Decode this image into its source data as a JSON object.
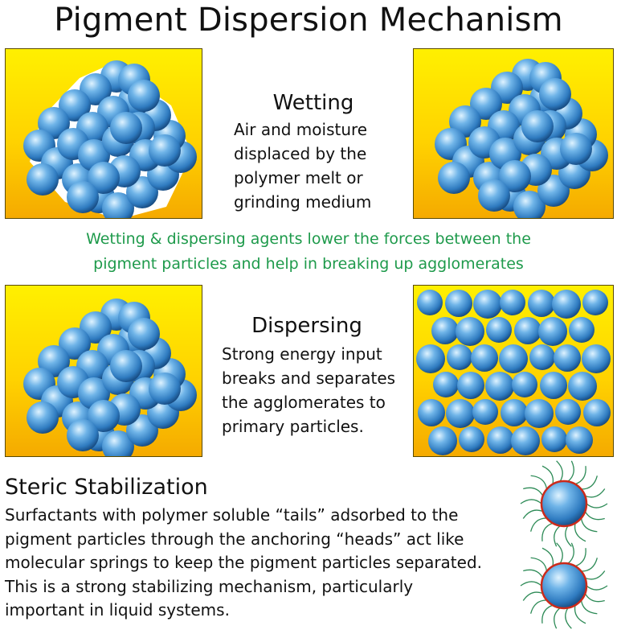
{
  "title": "Pigment Dispersion Mechanism",
  "wetting": {
    "heading": "Wetting",
    "lines": [
      "Air and moisture",
      "displaced by the",
      "polymer melt or",
      "grinding medium"
    ]
  },
  "agents_note": {
    "lines": [
      "Wetting & dispersing agents lower the forces between the",
      "pigment particles and help in breaking up agglomerates"
    ]
  },
  "dispersing": {
    "heading": "Dispersing",
    "lines": [
      "Strong energy input",
      "breaks and separates",
      "the agglomerates to",
      "primary particles."
    ]
  },
  "steric": {
    "heading": "Steric Stabilization",
    "lines": [
      "Surfactants with polymer soluble “tails” adsorbed to the",
      "pigment particles through the anchoring “heads” act like",
      "molecular springs to keep the pigment particles separated.",
      "This is a strong stabilizing mechanism, particularly",
      "important in liquid systems."
    ]
  },
  "colors": {
    "panel_yellow": "#ffd200",
    "particle_blue": "#2f7bc0",
    "agent_text_green": "#1e9a4b",
    "tail_green": "#2e8b57",
    "anchor_red": "#cc2a1a"
  }
}
